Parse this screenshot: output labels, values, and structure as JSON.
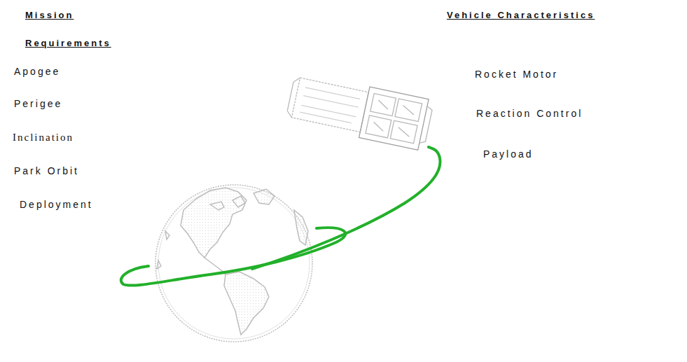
{
  "diagram": {
    "labels": [
      "Mission Requirements",
      "Apogee",
      "Perigee",
      "Inclination",
      "Park Orbit",
      "Deployment",
      "Vehicle Characteristics",
      "Rocket Motor",
      "Reaction Control",
      "Payload"
    ]
  }
}
